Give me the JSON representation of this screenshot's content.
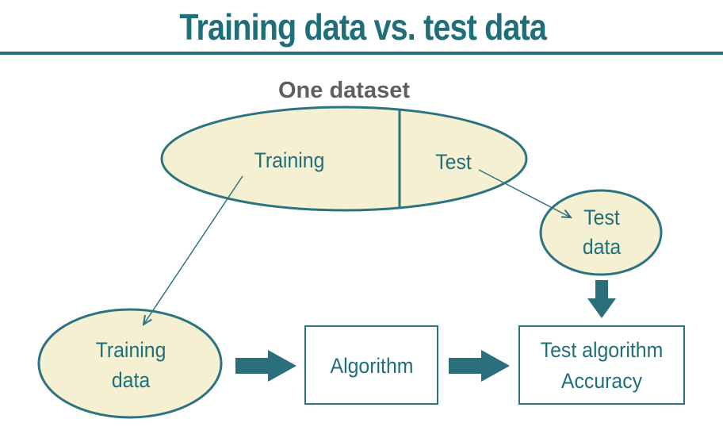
{
  "title": "Training data vs. test data",
  "dataset_heading": "One dataset",
  "dataset_split": {
    "training_label": "Training",
    "test_label": "Test"
  },
  "test_data_node": {
    "line1": "Test",
    "line2": "data"
  },
  "training_data_node": {
    "line1": "Training",
    "line2": "data"
  },
  "algorithm_box": {
    "label": "Algorithm"
  },
  "result_box": {
    "line1": "Test algorithm",
    "line2": "Accuracy"
  },
  "colors": {
    "accent": "#1f6f78",
    "stroke": "#2b7380",
    "fill": "#f5f0d2",
    "heading_gray": "#5f5f5f"
  }
}
